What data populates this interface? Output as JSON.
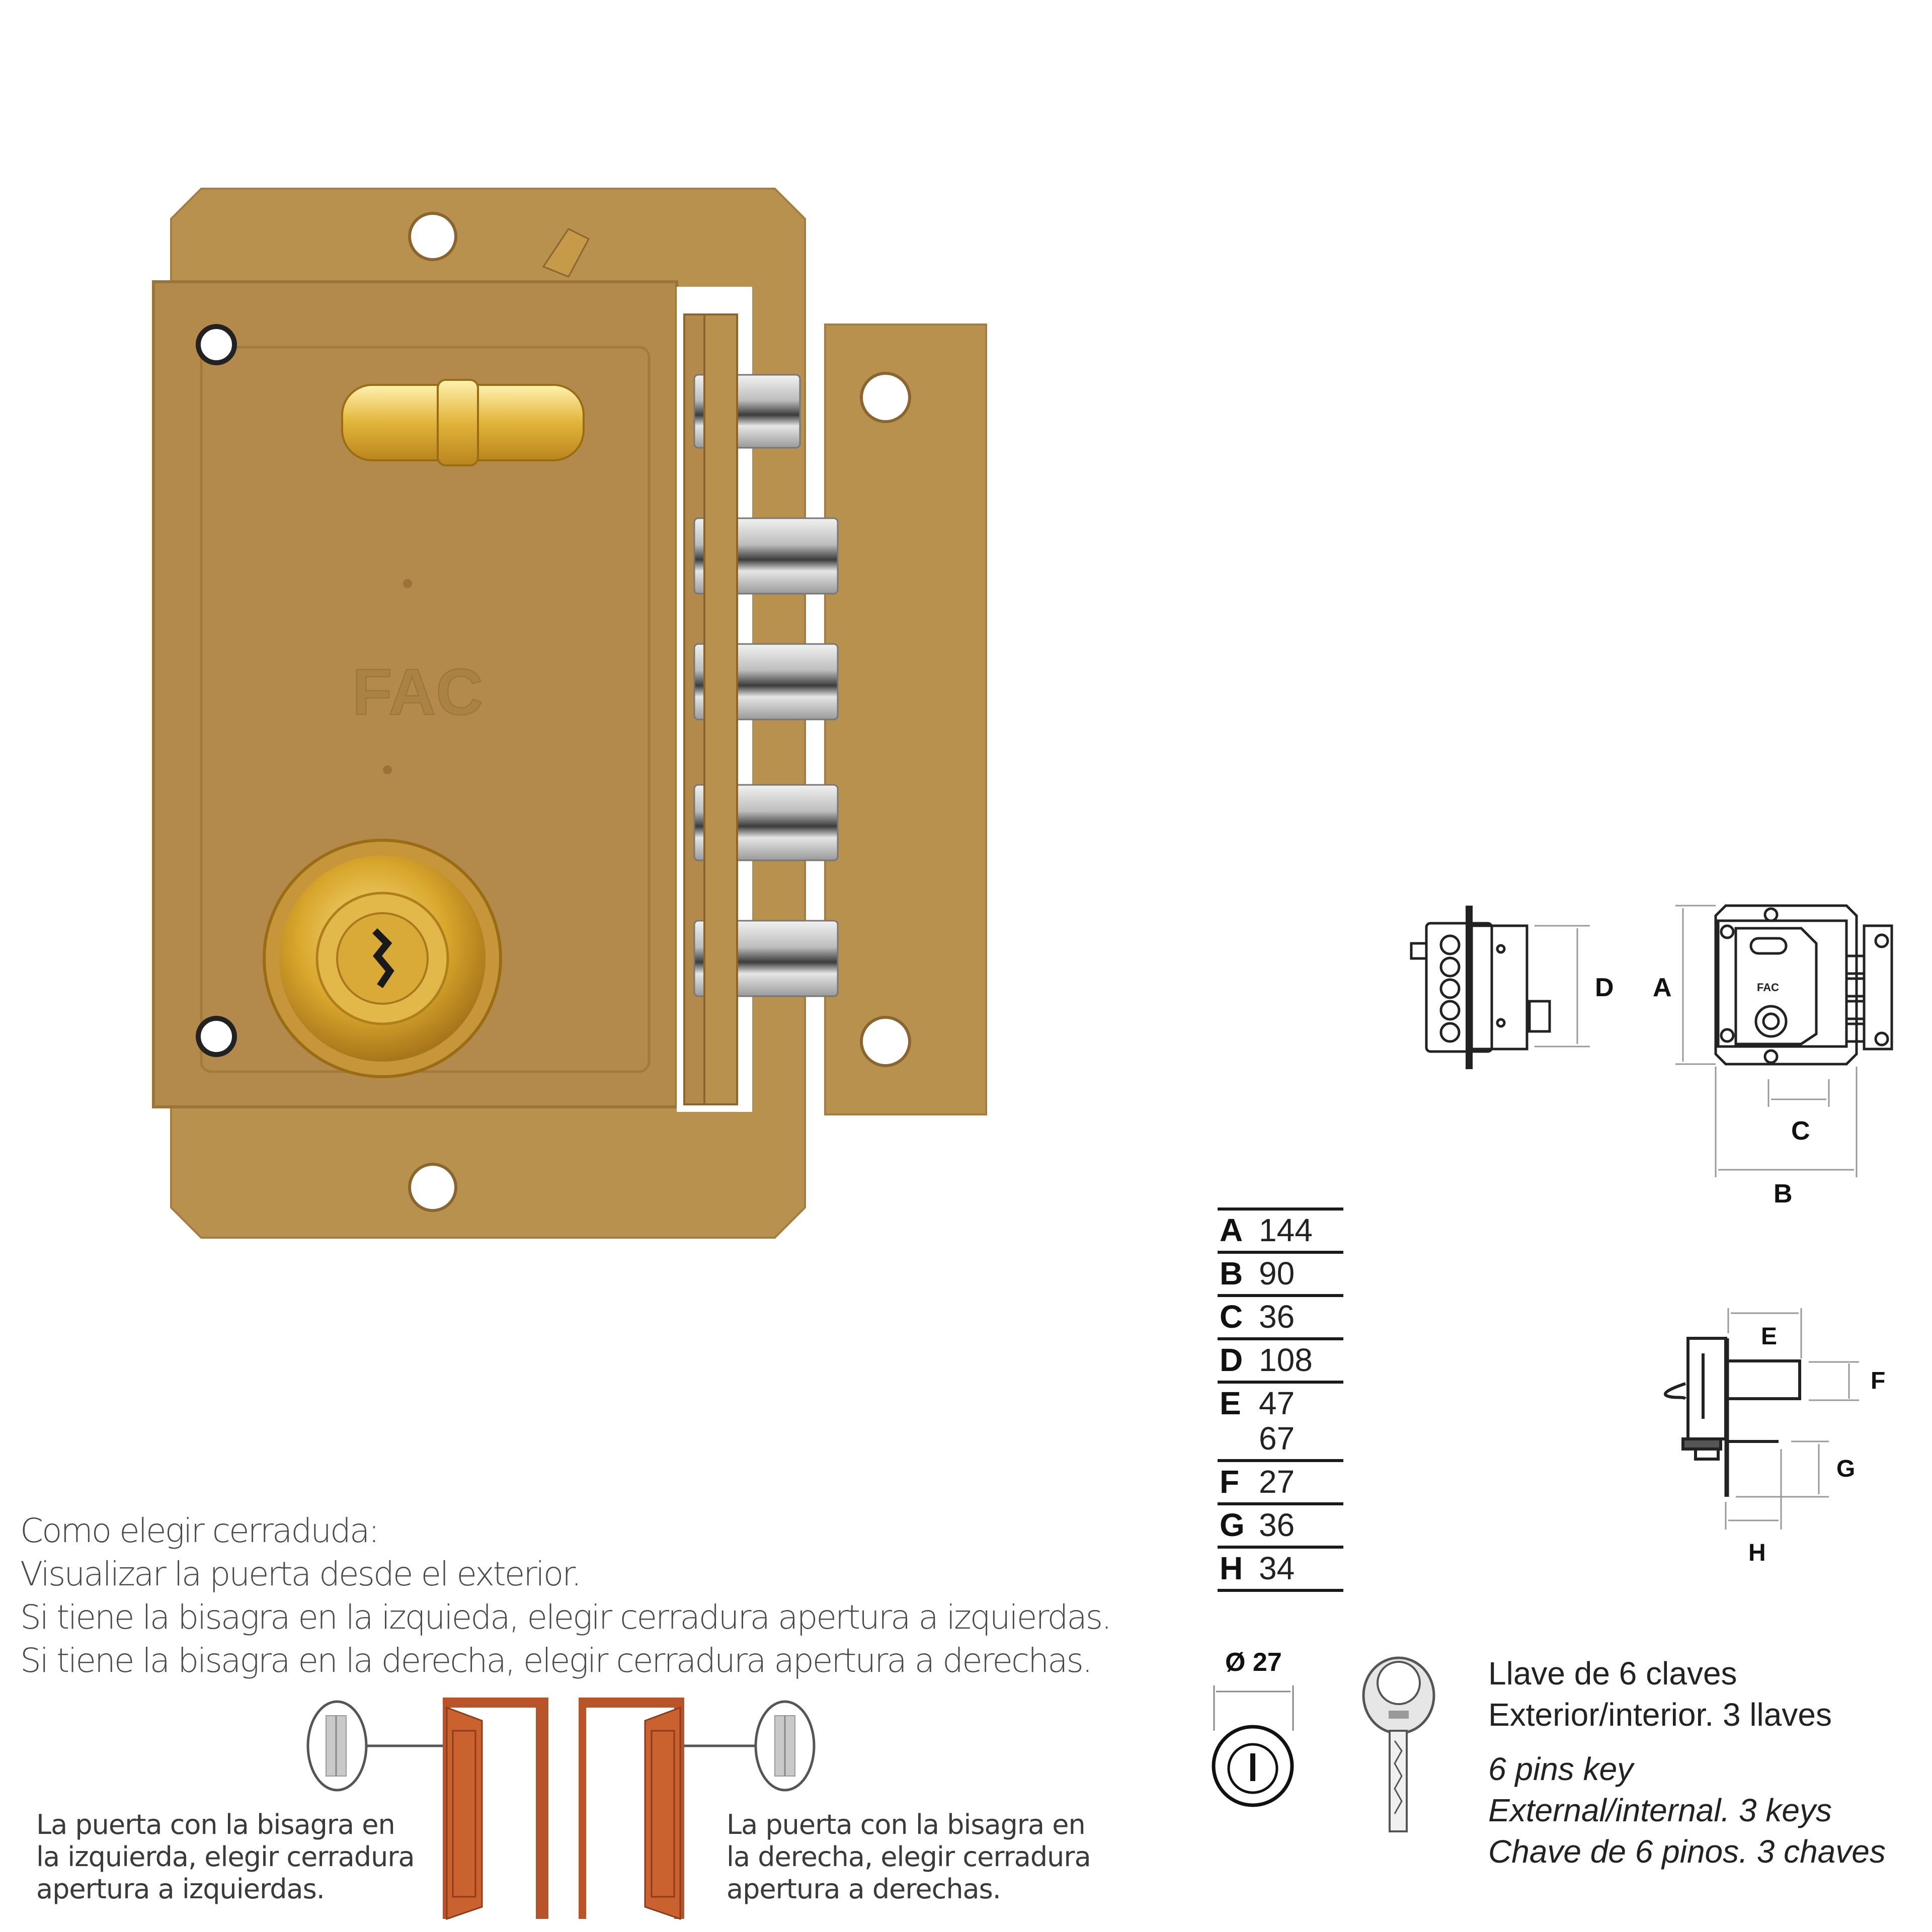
{
  "product": {
    "brand_logo": "FAC",
    "colors": {
      "body": "#b48a4c",
      "body_shadow": "#9c7338",
      "brass": "#d9a72c",
      "chrome": "#d8d8d8"
    },
    "bolt_count": 5
  },
  "instructions": {
    "title": "Como elegir cerraduda:",
    "lines": [
      "Visualizar la puerta desde el exterior.",
      "Si tiene la bisagra en la izquieda, elegir cerradura apertura a izquierdas.",
      "Si tiene la bisagra en la derecha, elegir cerradura apertura a derechas."
    ]
  },
  "door_diagrams": {
    "left": {
      "caption": [
        "La puerta con la bisagra en",
        "la izquierda, elegir cerradura",
        "apertura a izquierdas."
      ]
    },
    "right": {
      "caption": [
        "La puerta con la bisagra en",
        "la derecha, elegir cerradura",
        "apertura a derechas."
      ]
    },
    "door_color": "#b8532a"
  },
  "dimensions": {
    "rows": [
      {
        "letter": "A",
        "values": [
          "144"
        ]
      },
      {
        "letter": "B",
        "values": [
          "90"
        ]
      },
      {
        "letter": "C",
        "values": [
          "36"
        ]
      },
      {
        "letter": "D",
        "values": [
          "108"
        ]
      },
      {
        "letter": "E",
        "values": [
          "47",
          "67"
        ]
      },
      {
        "letter": "F",
        "values": [
          "27"
        ]
      },
      {
        "letter": "G",
        "values": [
          "36"
        ]
      },
      {
        "letter": "H",
        "values": [
          "34"
        ]
      }
    ],
    "drawing_labels": {
      "A": "A",
      "B": "B",
      "C": "C",
      "D": "D",
      "E": "E",
      "F": "F",
      "G": "G",
      "H": "H"
    }
  },
  "cylinder": {
    "diameter_label": "Ø 27"
  },
  "key_spec": {
    "lines": [
      "Llave de 6 claves",
      "Exterior/interior. 3 llaves"
    ],
    "italic_lines": [
      "6 pins key",
      "External/internal. 3 keys",
      "Chave de 6 pinos. 3 chaves"
    ]
  }
}
